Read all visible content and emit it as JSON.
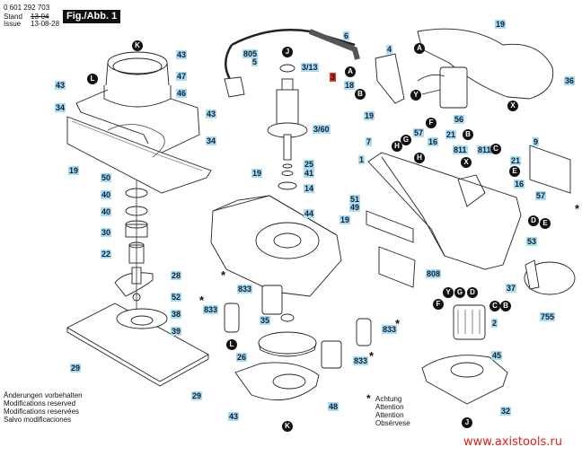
{
  "header": {
    "part_number": "0 601 292 703",
    "stand_label": "Stand",
    "issue_label": "Issue",
    "stand_date_struck": "13-04",
    "issue_date": "13-08-28",
    "figure_title": "Fig./Abb. 1"
  },
  "notes": [
    "Änderungen vorbehalten",
    "Modifications reserved",
    "Modifications reservées",
    "Salvo modificaciones"
  ],
  "attention": {
    "symbol": "*",
    "lines": [
      "Achtung",
      "Attention",
      "Attention",
      "Obsérvese"
    ]
  },
  "watermark": "www.axistools.ru",
  "colors": {
    "label_bg": "#a9dcef",
    "label_highlight": "#d9332b",
    "marker_bg": "#111111",
    "watermark": "#e0201c"
  },
  "part_labels": [
    {
      "id": "43a",
      "text": "43"
    },
    {
      "id": "47",
      "text": "47"
    },
    {
      "id": "43b",
      "text": "43"
    },
    {
      "id": "46",
      "text": "46"
    },
    {
      "id": "34a",
      "text": "34"
    },
    {
      "id": "43c",
      "text": "43"
    },
    {
      "id": "34b",
      "text": "34"
    },
    {
      "id": "19a",
      "text": "19"
    },
    {
      "id": "50",
      "text": "50"
    },
    {
      "id": "40a",
      "text": "40"
    },
    {
      "id": "40b",
      "text": "40"
    },
    {
      "id": "30",
      "text": "30"
    },
    {
      "id": "22",
      "text": "22"
    },
    {
      "id": "28",
      "text": "28"
    },
    {
      "id": "52",
      "text": "52"
    },
    {
      "id": "38",
      "text": "38"
    },
    {
      "id": "39",
      "text": "39"
    },
    {
      "id": "29a",
      "text": "29"
    },
    {
      "id": "29b",
      "text": "29"
    },
    {
      "id": "805",
      "text": "805"
    },
    {
      "id": "5",
      "text": "5"
    },
    {
      "id": "3-13",
      "text": "3/13"
    },
    {
      "id": "3",
      "text": "3"
    },
    {
      "id": "3-60",
      "text": "3/60"
    },
    {
      "id": "25",
      "text": "25"
    },
    {
      "id": "41",
      "text": "41"
    },
    {
      "id": "14",
      "text": "14"
    },
    {
      "id": "19b",
      "text": "19"
    },
    {
      "id": "44",
      "text": "44"
    },
    {
      "id": "19c",
      "text": "19"
    },
    {
      "id": "833a",
      "text": "833"
    },
    {
      "id": "833b",
      "text": "833"
    },
    {
      "id": "35",
      "text": "35"
    },
    {
      "id": "833c",
      "text": "833"
    },
    {
      "id": "833d",
      "text": "833"
    },
    {
      "id": "26",
      "text": "26"
    },
    {
      "id": "48",
      "text": "48"
    },
    {
      "id": "43d",
      "text": "43"
    },
    {
      "id": "6",
      "text": "6"
    },
    {
      "id": "4",
      "text": "4"
    },
    {
      "id": "18",
      "text": "18"
    },
    {
      "id": "19d",
      "text": "19"
    },
    {
      "id": "36",
      "text": "36"
    },
    {
      "id": "56",
      "text": "56"
    },
    {
      "id": "19e",
      "text": "19"
    },
    {
      "id": "57a",
      "text": "57"
    },
    {
      "id": "21a",
      "text": "21"
    },
    {
      "id": "7",
      "text": "7"
    },
    {
      "id": "16a",
      "text": "16"
    },
    {
      "id": "811a",
      "text": "811"
    },
    {
      "id": "811b",
      "text": "811"
    },
    {
      "id": "9",
      "text": "9"
    },
    {
      "id": "1",
      "text": "1"
    },
    {
      "id": "21b",
      "text": "21"
    },
    {
      "id": "16b",
      "text": "16"
    },
    {
      "id": "51",
      "text": "51"
    },
    {
      "id": "49",
      "text": "49"
    },
    {
      "id": "57b",
      "text": "57"
    },
    {
      "id": "53",
      "text": "53"
    },
    {
      "id": "808",
      "text": "808"
    },
    {
      "id": "37",
      "text": "37"
    },
    {
      "id": "755",
      "text": "755"
    },
    {
      "id": "2",
      "text": "2"
    },
    {
      "id": "45",
      "text": "45"
    },
    {
      "id": "32",
      "text": "32"
    }
  ],
  "markers": [
    {
      "id": "K1",
      "text": "K"
    },
    {
      "id": "L1",
      "text": "L"
    },
    {
      "id": "J1",
      "text": "J"
    },
    {
      "id": "A1",
      "text": "A"
    },
    {
      "id": "A2",
      "text": "A"
    },
    {
      "id": "B1",
      "text": "B"
    },
    {
      "id": "Y1",
      "text": "Y"
    },
    {
      "id": "X1",
      "text": "X"
    },
    {
      "id": "F1",
      "text": "F"
    },
    {
      "id": "B2",
      "text": "B"
    },
    {
      "id": "G1",
      "text": "G"
    },
    {
      "id": "H1",
      "text": "H"
    },
    {
      "id": "H2",
      "text": "H"
    },
    {
      "id": "X2",
      "text": "X"
    },
    {
      "id": "C1",
      "text": "C"
    },
    {
      "id": "E1",
      "text": "E"
    },
    {
      "id": "D1",
      "text": "D"
    },
    {
      "id": "E2",
      "text": "E"
    },
    {
      "id": "L2",
      "text": "L"
    },
    {
      "id": "K2",
      "text": "K"
    },
    {
      "id": "Y2",
      "text": "Y"
    },
    {
      "id": "G2",
      "text": "G"
    },
    {
      "id": "D2",
      "text": "D"
    },
    {
      "id": "F2",
      "text": "F"
    },
    {
      "id": "C2",
      "text": "C"
    },
    {
      "id": "B3",
      "text": "B"
    },
    {
      "id": "J2",
      "text": "J"
    }
  ]
}
